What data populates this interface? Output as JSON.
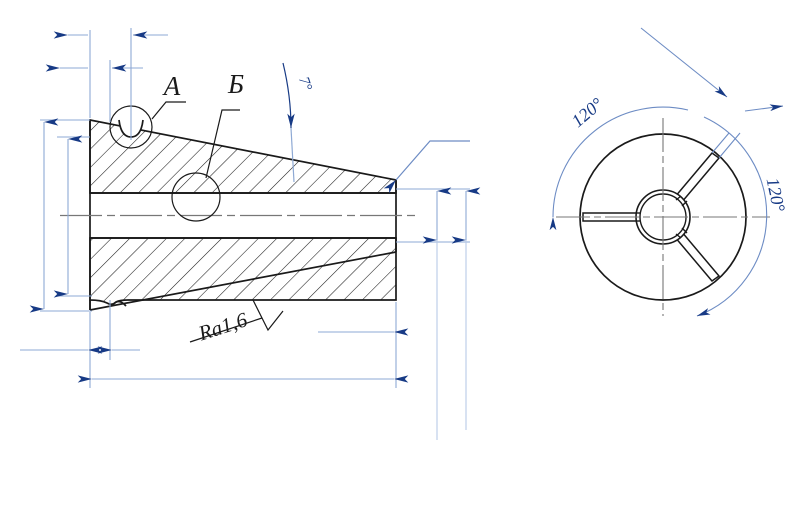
{
  "drawing": {
    "title": "Collet sleeve sectional drawing",
    "background_color": "#ffffff",
    "line_color_part": "#1a1a1a",
    "line_color_dimension": "#8ea9d4",
    "arrow_color": "#173a85",
    "centerline_color": "#777777"
  },
  "annotations": {
    "detail_a": "А",
    "detail_b": "Б",
    "taper_angle": "7°",
    "surface_finish": "Ra1,6",
    "slot_angle_left": "120°",
    "slot_angle_right": "120°"
  },
  "views": {
    "section_view": {
      "name": "section-view",
      "detail_circles": [
        "А",
        "Б"
      ],
      "features": [
        "tapered-outer-surface",
        "cylindrical-bore",
        "relief-groove",
        "hatched-section"
      ]
    },
    "end_view": {
      "name": "end-view",
      "slot_count": 3,
      "slot_spacing_deg": 120,
      "features": [
        "outer-circle",
        "inner-bore",
        "three-radial-slots",
        "centerlines"
      ]
    }
  },
  "dimensions": {
    "note": "dimension values blank",
    "items": [
      {
        "name": "top-dim-1",
        "value": ""
      },
      {
        "name": "top-dim-2",
        "value": ""
      },
      {
        "name": "left-vert-dim-outer",
        "value": ""
      },
      {
        "name": "left-vert-dim-inner",
        "value": ""
      },
      {
        "name": "right-vert-dim-inner",
        "value": ""
      },
      {
        "name": "right-vert-dim-outer",
        "value": ""
      },
      {
        "name": "bottom-small-dim",
        "value": ""
      },
      {
        "name": "bottom-overall-length",
        "value": ""
      },
      {
        "name": "bottom-right-dim",
        "value": ""
      },
      {
        "name": "slot-width-dim",
        "value": ""
      }
    ]
  }
}
